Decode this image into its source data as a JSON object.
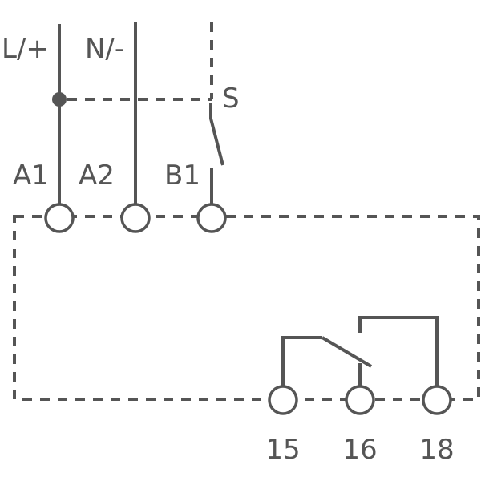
{
  "supply": {
    "line_label": "L/+",
    "neutral_label": "N/-",
    "switch_label": "S"
  },
  "inputs": [
    {
      "label": "A1"
    },
    {
      "label": "A2"
    },
    {
      "label": "B1"
    }
  ],
  "outputs": [
    {
      "label": "15"
    },
    {
      "label": "16"
    },
    {
      "label": "18"
    }
  ],
  "colors": {
    "line": "#555555",
    "background": "#ffffff"
  }
}
